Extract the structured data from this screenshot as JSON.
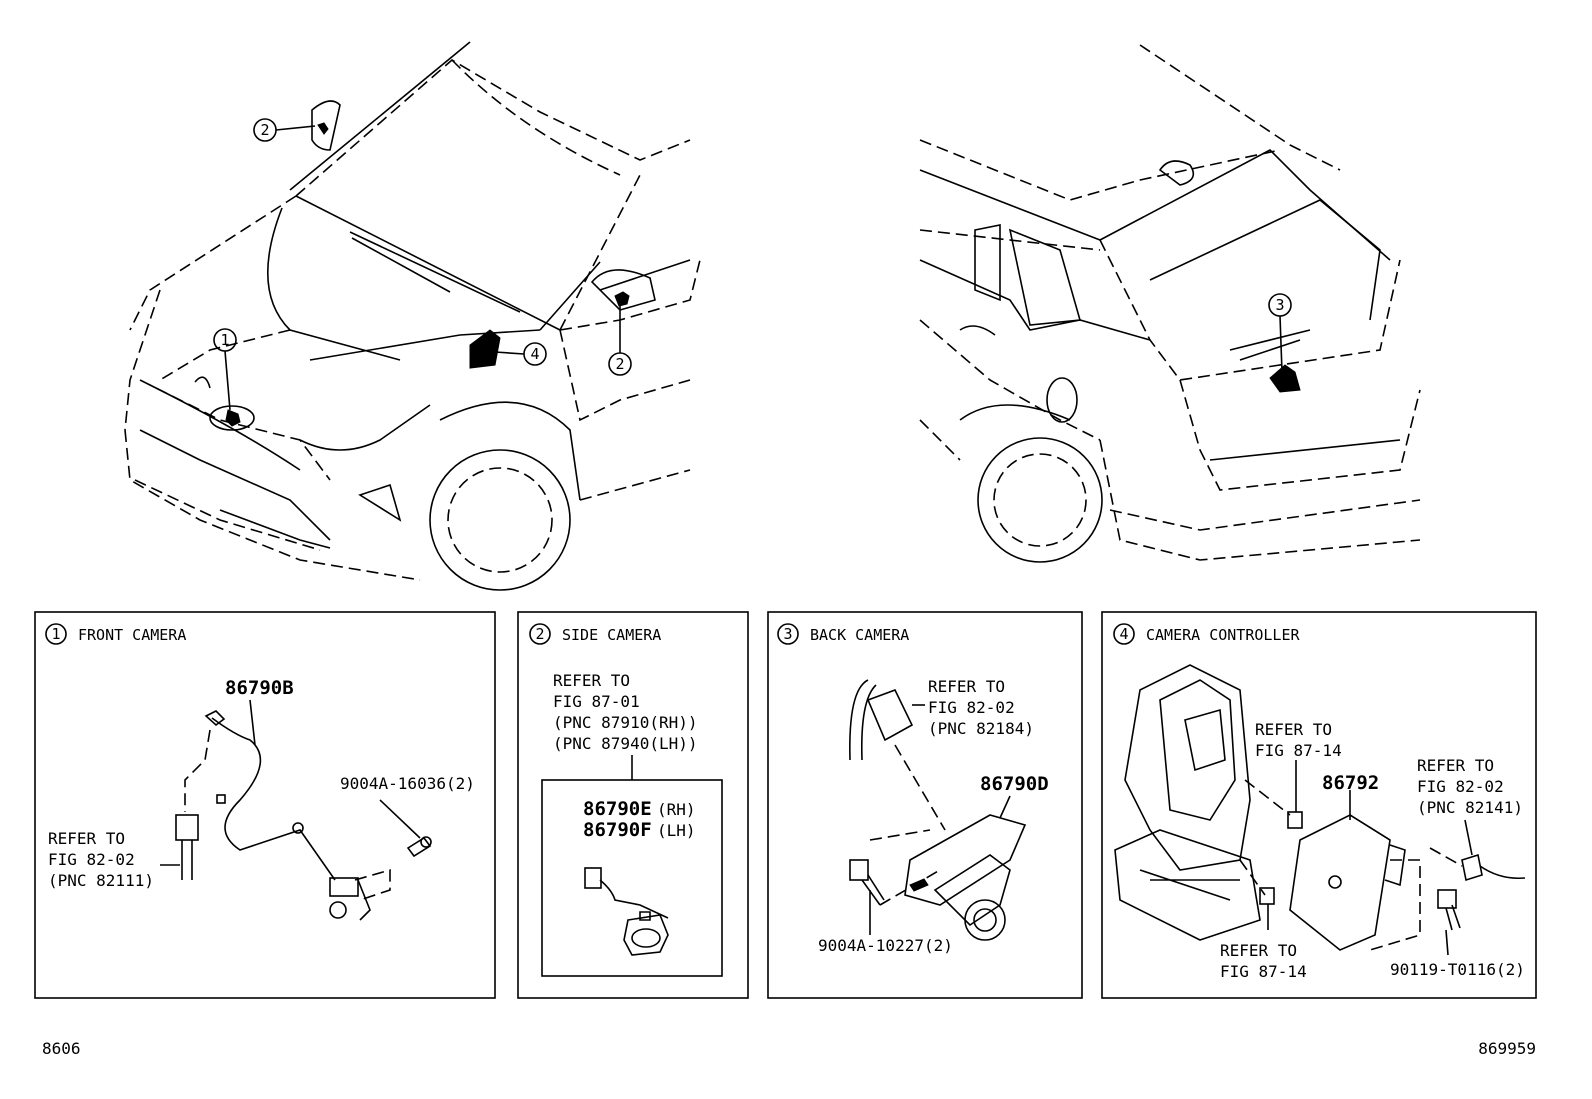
{
  "callouts": {
    "c1": "1",
    "c2": "2",
    "c3": "3",
    "c4": "4"
  },
  "panels": {
    "front": {
      "num": "1",
      "title": "FRONT CAMERA",
      "part": "86790B",
      "bolt": "9004A-16036(2)",
      "ref": [
        "REFER TO",
        "FIG 82-02",
        "(PNC 82111)"
      ]
    },
    "side": {
      "num": "2",
      "title": "SIDE CAMERA",
      "ref": [
        "REFER TO",
        "FIG 87-01",
        "(PNC 87910(RH))",
        "(PNC 87940(LH))"
      ],
      "part_rh": "86790E",
      "rh": "(RH)",
      "part_lh": "86790F",
      "lh": "(LH)"
    },
    "back": {
      "num": "3",
      "title": "BACK CAMERA",
      "ref": [
        "REFER TO",
        "FIG 82-02",
        "(PNC 82184)"
      ],
      "part": "86790D",
      "bolt": "9004A-10227(2)"
    },
    "ctrl": {
      "num": "4",
      "title": "CAMERA CONTROLLER",
      "ref1": [
        "REFER TO",
        "FIG 87-14"
      ],
      "part": "86792",
      "ref2": [
        "REFER TO",
        "FIG 82-02",
        "(PNC 82141)"
      ],
      "ref3": [
        "REFER TO",
        "FIG 87-14"
      ],
      "bolt": "90119-T0116(2)"
    }
  },
  "footer": {
    "left": "8606",
    "right": "869959"
  }
}
